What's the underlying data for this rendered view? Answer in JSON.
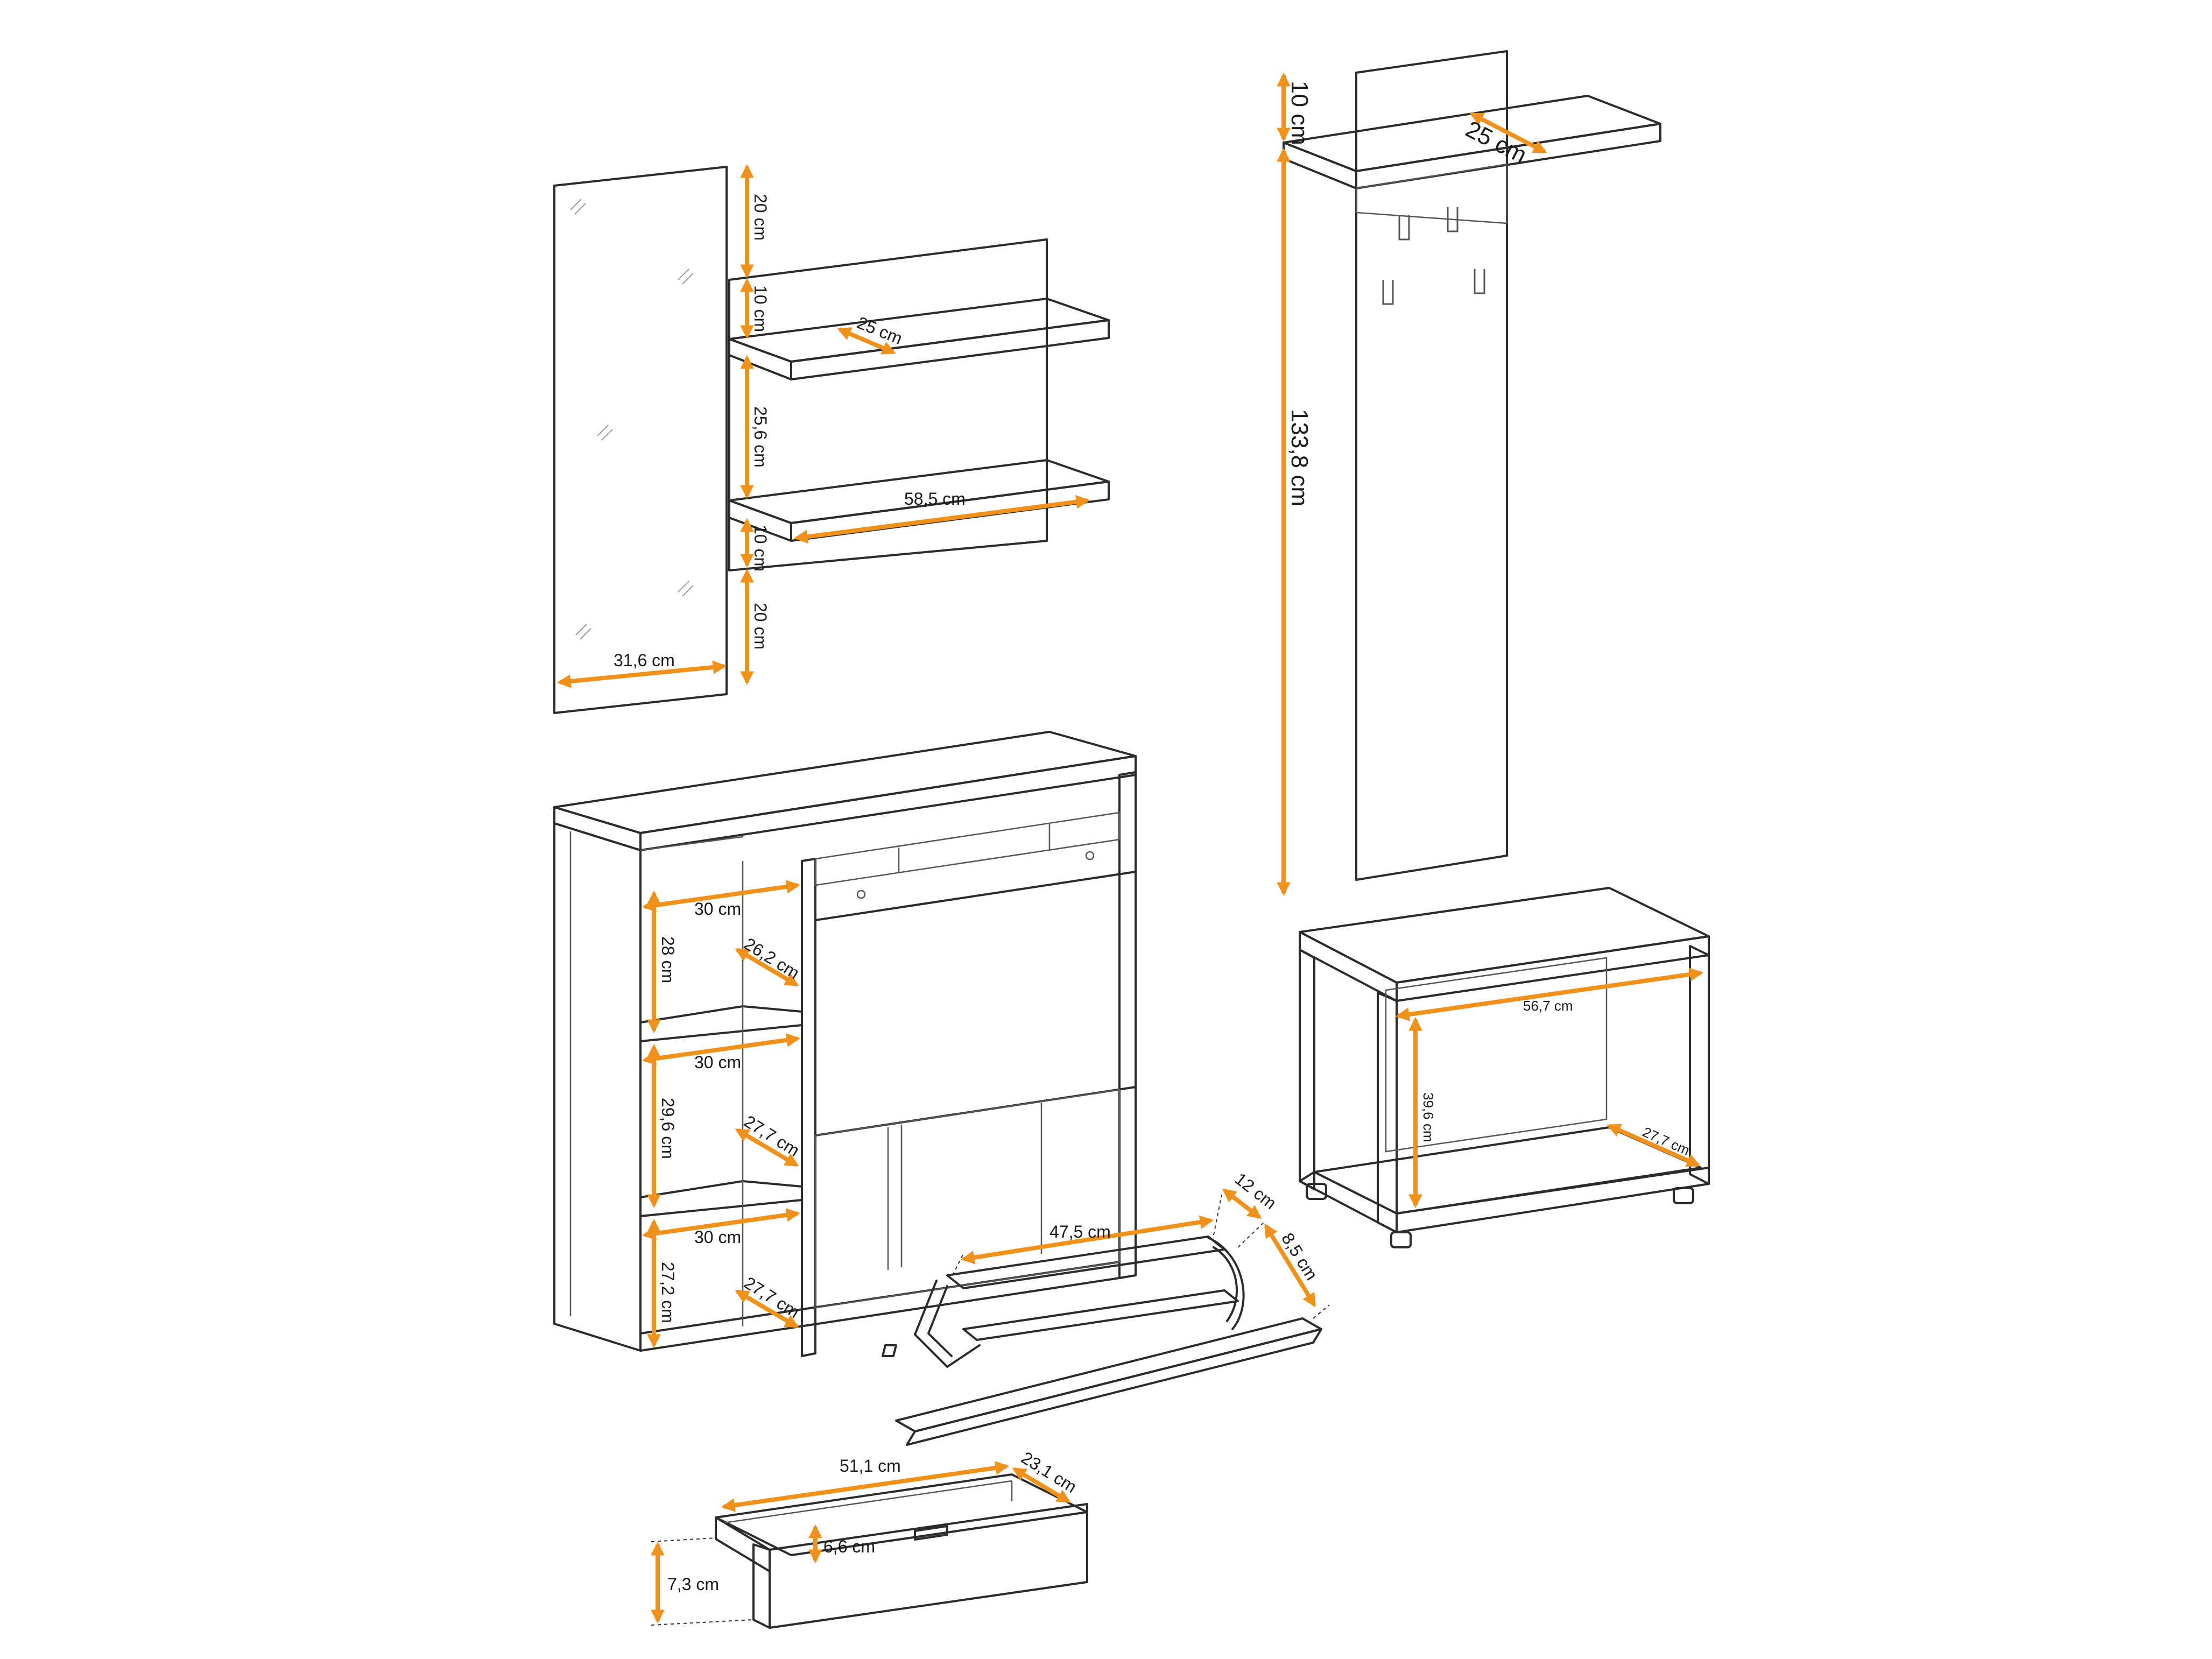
{
  "accent_color": "#f0911c",
  "line_color": "#2b2b2b",
  "mirror": {
    "width": "31,6 cm"
  },
  "shelf_unit": {
    "top_gap": "20 cm",
    "upper_spacing": "10 cm",
    "shelf_depth": "25 cm",
    "mid_height": "25,6 cm",
    "shelf_width": "58,5 cm",
    "lower_spacing": "10 cm",
    "bottom_gap": "20 cm"
  },
  "coat_rack": {
    "top_height": "10 cm",
    "shelf_depth": "25 cm",
    "panel_height": "133,8 cm"
  },
  "bench": {
    "inner_width": "56,7 cm",
    "inner_height": "39,6 cm",
    "inner_depth": "27,7 cm"
  },
  "shoe_cabinet": {
    "compartment_1_width": "30 cm",
    "compartment_1_height": "28 cm",
    "compartment_1_depth": "26,2 cm",
    "compartment_2_width": "30 cm",
    "compartment_2_height": "29,6 cm",
    "compartment_2_depth": "27,7 cm",
    "compartment_3_width": "30 cm",
    "compartment_3_height": "27,2 cm",
    "compartment_3_depth": "27,7 cm",
    "flap_width": "47,5 cm",
    "flap_depth": "12 cm",
    "flap_height": "8,5 cm"
  },
  "drawer": {
    "width": "51,1 cm",
    "depth": "23,1 cm",
    "inner_height": "6,6 cm",
    "front_height": "7,3 cm"
  }
}
